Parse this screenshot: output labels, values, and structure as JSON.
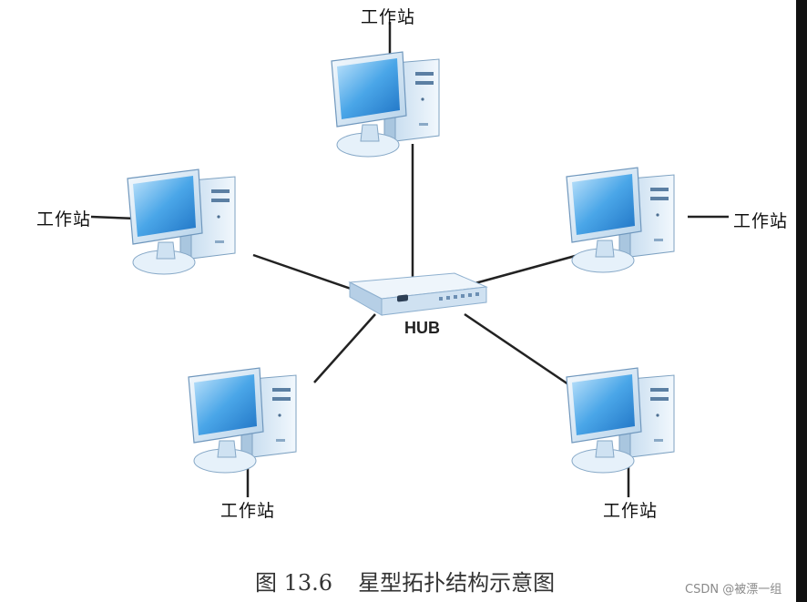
{
  "hub": {
    "label": "HUB"
  },
  "workstations": [
    {
      "label": "工作站"
    },
    {
      "label": "工作站"
    },
    {
      "label": "工作站"
    },
    {
      "label": "工作站"
    },
    {
      "label": "工作站"
    }
  ],
  "caption": {
    "figure_number": "图 13.6",
    "title": "星型拓扑结构示意图"
  },
  "watermark": "CSDN @被漂一组",
  "colors": {
    "screen": "#3b9ae0",
    "case": "#dfeef9",
    "line": "#222222"
  }
}
